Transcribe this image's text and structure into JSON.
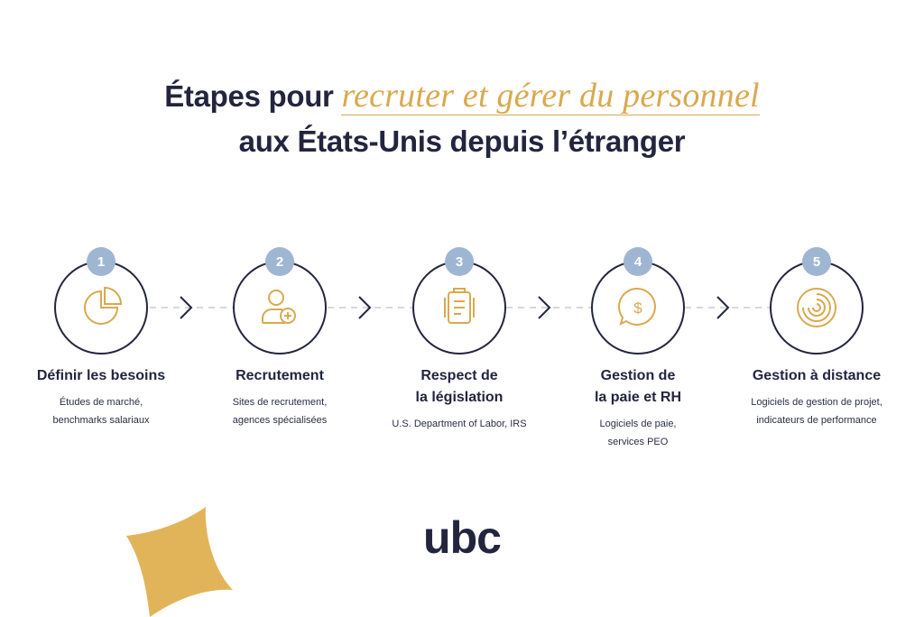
{
  "title": {
    "line1_prefix": "Étapes pour ",
    "line1_accent": "recruter et gérer du personnel",
    "line2": "aux États-Unis depuis l’étranger"
  },
  "steps": [
    {
      "number": "1",
      "icon": "pie-chart-icon",
      "title": "Définir les besoins",
      "desc": "Études de marché,\nbenchmarks salariaux"
    },
    {
      "number": "2",
      "icon": "add-user-icon",
      "title": "Recrutement",
      "desc": "Sites de recrutement,\nagences spécialisées"
    },
    {
      "number": "3",
      "icon": "document-icon",
      "title": "Respect de\nla législation",
      "desc": "U.S. Department of Labor, IRS"
    },
    {
      "number": "4",
      "icon": "dollar-chat-icon",
      "title": "Gestion de\nla paie et RH",
      "desc": "Logiciels de paie,\nservices PEO"
    },
    {
      "number": "5",
      "icon": "gauge-icon",
      "title": "Gestion à distance",
      "desc": "Logiciels de gestion de projet,\nindicateurs de performance"
    }
  ],
  "logo": "ubc",
  "colors": {
    "navy": "#23253f",
    "gold": "#d9a94f",
    "badge_blue": "#9fb6d3",
    "connector_gray": "#c9ccd6"
  }
}
